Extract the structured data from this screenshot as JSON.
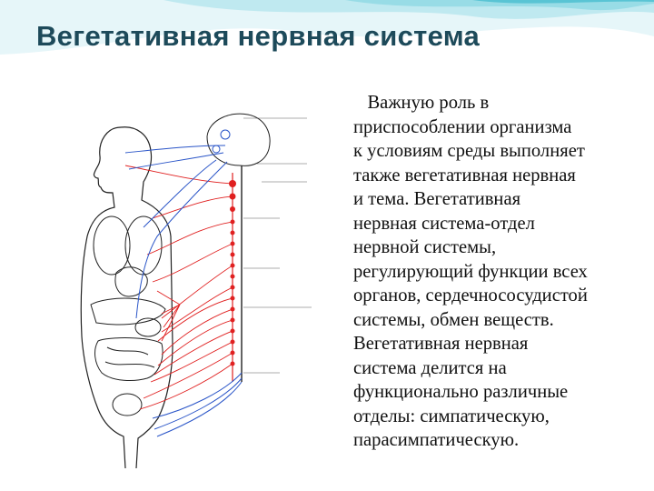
{
  "slide": {
    "title": "Вегетативная нервная система",
    "body_lines": [
      "   Важную роль в",
      "приспособлении организма",
      "к условиям среды выполняет",
      "также вегетативная нервная",
      "и тема. Вегетативная",
      "нервная система-отдел",
      "нервной системы,",
      "регулирующий функции всех",
      "органов, сердечнососудистой",
      "системы, обмен веществ.",
      "Вегетативная нервная",
      "система делится на",
      "функционально различные",
      "отделы: симпатическую,",
      "парасимпатическую."
    ]
  },
  "colors": {
    "title": "#1d4a5a",
    "accent_wave": "#7fd3e0",
    "sympathetic": "#e02020",
    "parasympathetic": "#2a55c8"
  }
}
